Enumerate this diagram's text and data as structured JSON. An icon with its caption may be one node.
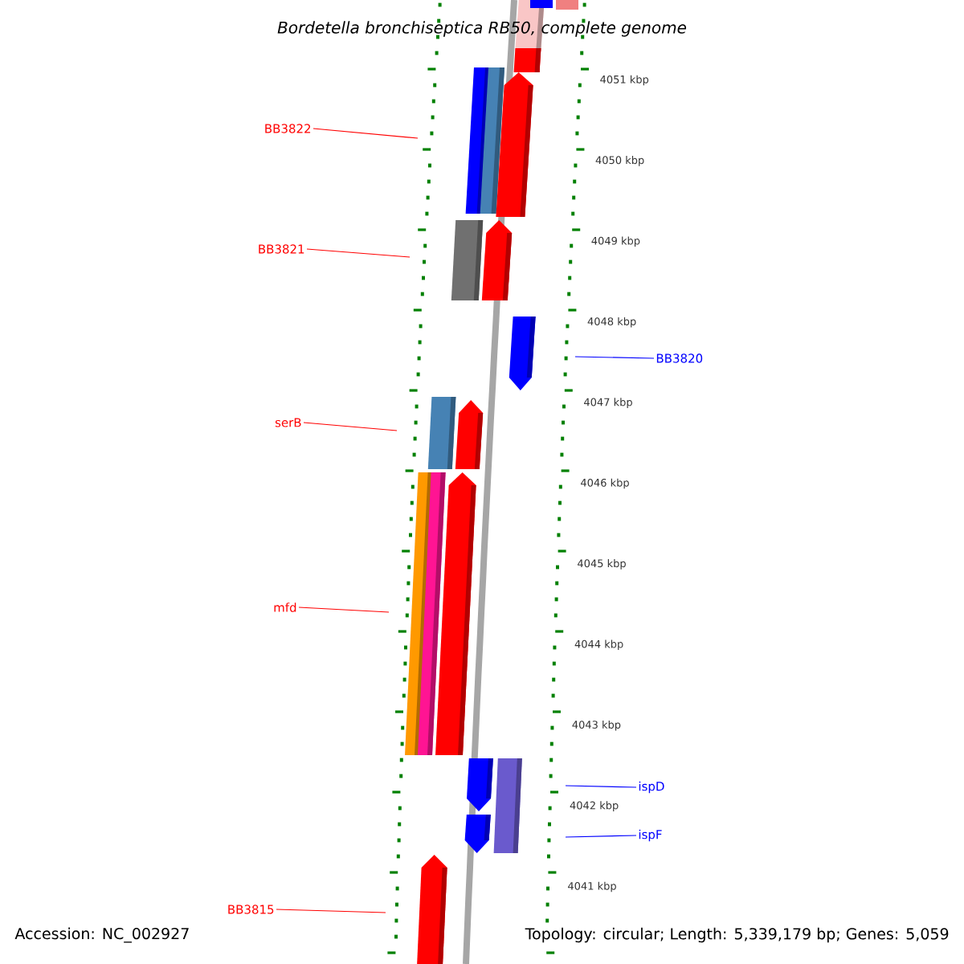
{
  "diagram": {
    "title": "Bordetella bronchiseptica RB50, complete genome",
    "nodes": [
      {
        "text": [
          "BB3822"
        ]
      },
      {
        "text": [
          "BB3821"
        ]
      },
      {
        "text": [
          "serB"
        ]
      },
      {
        "text": [
          "mfd"
        ]
      },
      {
        "text": [
          "BB3815"
        ]
      },
      {
        "text": [
          "BB3820"
        ]
      },
      {
        "text": [
          "ispD"
        ]
      },
      {
        "text": [
          "ispF"
        ]
      }
    ],
    "edges": [
      {
        "from": 0,
        "to": null,
        "arrow": "none"
      },
      {
        "from": 1,
        "to": null,
        "arrow": "none"
      },
      {
        "from": 2,
        "to": null,
        "arrow": "none"
      },
      {
        "from": 3,
        "to": null,
        "arrow": "none"
      },
      {
        "from": 4,
        "to": null,
        "arrow": "none"
      },
      {
        "from": 5,
        "to": null,
        "arrow": "none",
        "color": "#0000ff"
      },
      {
        "from": 6,
        "to": null,
        "arrow": "none",
        "color": "#0000ff"
      },
      {
        "from": 7,
        "to": null,
        "arrow": "none",
        "color": "#0000ff"
      }
    ],
    "labels": [
      "4051 kbp",
      "4050 kbp",
      "4049 kbp",
      "4048 kbp",
      "4047 kbp",
      "4046 kbp",
      "4045 kbp",
      "4044 kbp",
      "4043 kbp",
      "4042 kbp",
      "4041 kbp",
      "Accession: NC_002927",
      "Topology: circular; Length: 5,339,179 bp; Genes: 5,059"
    ]
  }
}
